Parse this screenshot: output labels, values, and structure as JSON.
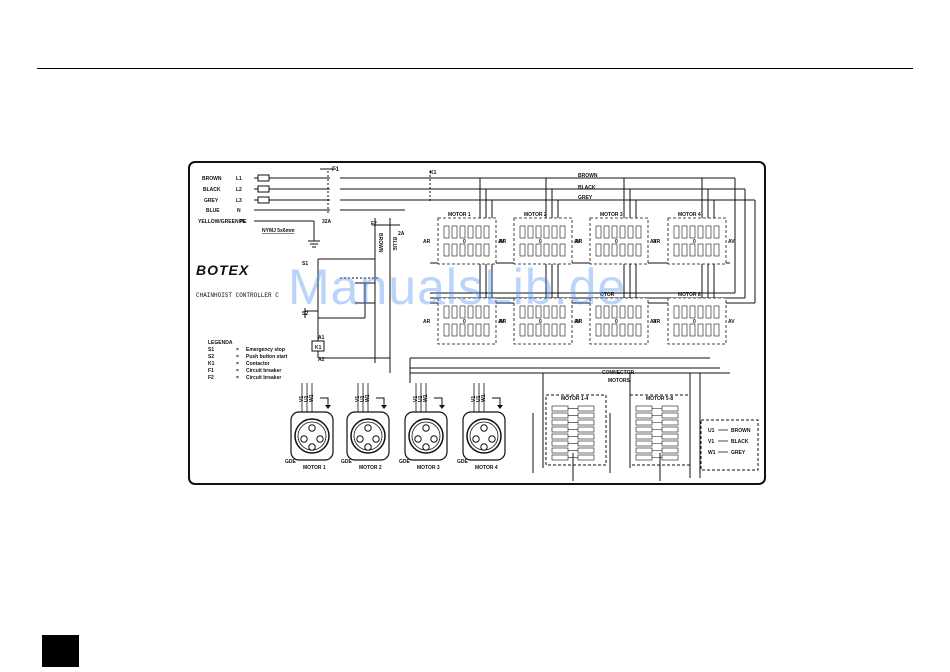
{
  "page": {
    "watermark": "ManualsLib.de"
  },
  "wiring": {
    "wire_colors": [
      "BROWN",
      "BLACK",
      "GREY",
      "BLUE",
      "YELLOW/GREEN PE"
    ],
    "phase_labels": [
      "L1",
      "L2",
      "L3",
      "N"
    ],
    "pe_label": "PE",
    "breaker_f1": "F1",
    "breaker_f1_rating": "32A",
    "breaker_f2": "F2",
    "breaker_f2_rating": "2A",
    "contactor_k1": "K1",
    "cable_spec": "NYMJ 5x6mm",
    "bus_labels": [
      "BROWN",
      "BLACK",
      "GREY"
    ],
    "vertical_labels": [
      "BROWN",
      "BLUE"
    ],
    "switch_s1": "S1",
    "switch_s2": "S2",
    "coil_label": "K1",
    "coil_a1": "A1",
    "coil_a2": "A2"
  },
  "brand": {
    "logo_text": "BOTEX",
    "controller_title": "CHAINHOIST CONTROLLER C"
  },
  "legend": {
    "title": "LEGENDA",
    "items": [
      {
        "code": "S1",
        "eq": "=",
        "desc": "Emergency stop"
      },
      {
        "code": "S2",
        "eq": "=",
        "desc": "Push button start"
      },
      {
        "code": "K1",
        "eq": "=",
        "desc": "Contactor"
      },
      {
        "code": "F1",
        "eq": "=",
        "desc": "Circuit breaker"
      },
      {
        "code": "F2",
        "eq": "=",
        "desc": "Circuit breaker"
      }
    ]
  },
  "motor_switches": [
    {
      "label": "MOTOR 1"
    },
    {
      "label": "MOTOR 2"
    },
    {
      "label": "MOTOR 3"
    },
    {
      "label": "MOTOR 4"
    },
    {
      "label": ""
    },
    {
      "label": ""
    },
    {
      "label": "OTOR"
    },
    {
      "label": "MOTOR 8"
    }
  ],
  "switch_marks": {
    "ar": "AR",
    "zero": "0",
    "av": "AV"
  },
  "connector": {
    "line1": "CONNECTOR",
    "line2": "MOTORS"
  },
  "connectors": [
    {
      "label": "MOTOR 1",
      "pins": [
        "V1",
        "U1",
        "W1"
      ]
    },
    {
      "label": "MOTOR 2",
      "pins": [
        "V1",
        "U1",
        "W1"
      ]
    },
    {
      "label": "MOTOR 3",
      "pins": [
        "V1",
        "U1",
        "W1"
      ]
    },
    {
      "label": "MOTOR 4",
      "pins": [
        "V1",
        "U1",
        "W1"
      ]
    }
  ],
  "connector_marks": {
    "gde": "GDE"
  },
  "multi_connectors": [
    {
      "label": "MOTOR 1-4"
    },
    {
      "label": "MOTOR 5-8"
    }
  ],
  "color_legend": [
    {
      "code": "U1",
      "color": "BROWN"
    },
    {
      "code": "V1",
      "color": "BLACK"
    },
    {
      "code": "W1",
      "color": "GREY"
    }
  ]
}
